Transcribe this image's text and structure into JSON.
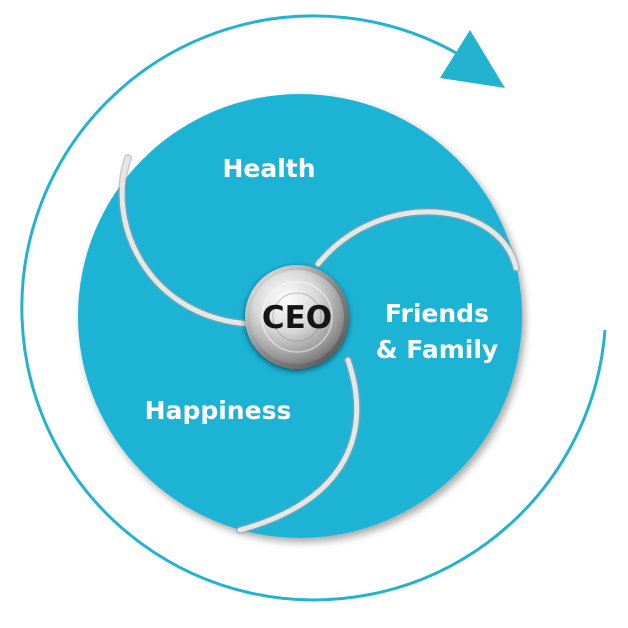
{
  "diagram": {
    "hub": {
      "label": "CEO"
    },
    "segments": [
      {
        "label": "Health"
      },
      {
        "label_line1": "Friends",
        "label_line2": "& Family"
      },
      {
        "label": "Happiness"
      }
    ],
    "cycle_arrow": {
      "icon": "cycle-arrow-icon"
    },
    "colors": {
      "segment_fill": "#1cb3d4",
      "arrow": "#23b2cf",
      "separator": "#e6e6e6",
      "hub_light": "#ffffff",
      "hub_dark": "#6f6f6f",
      "label_text": "#ffffff",
      "hub_text": "#151515"
    }
  }
}
